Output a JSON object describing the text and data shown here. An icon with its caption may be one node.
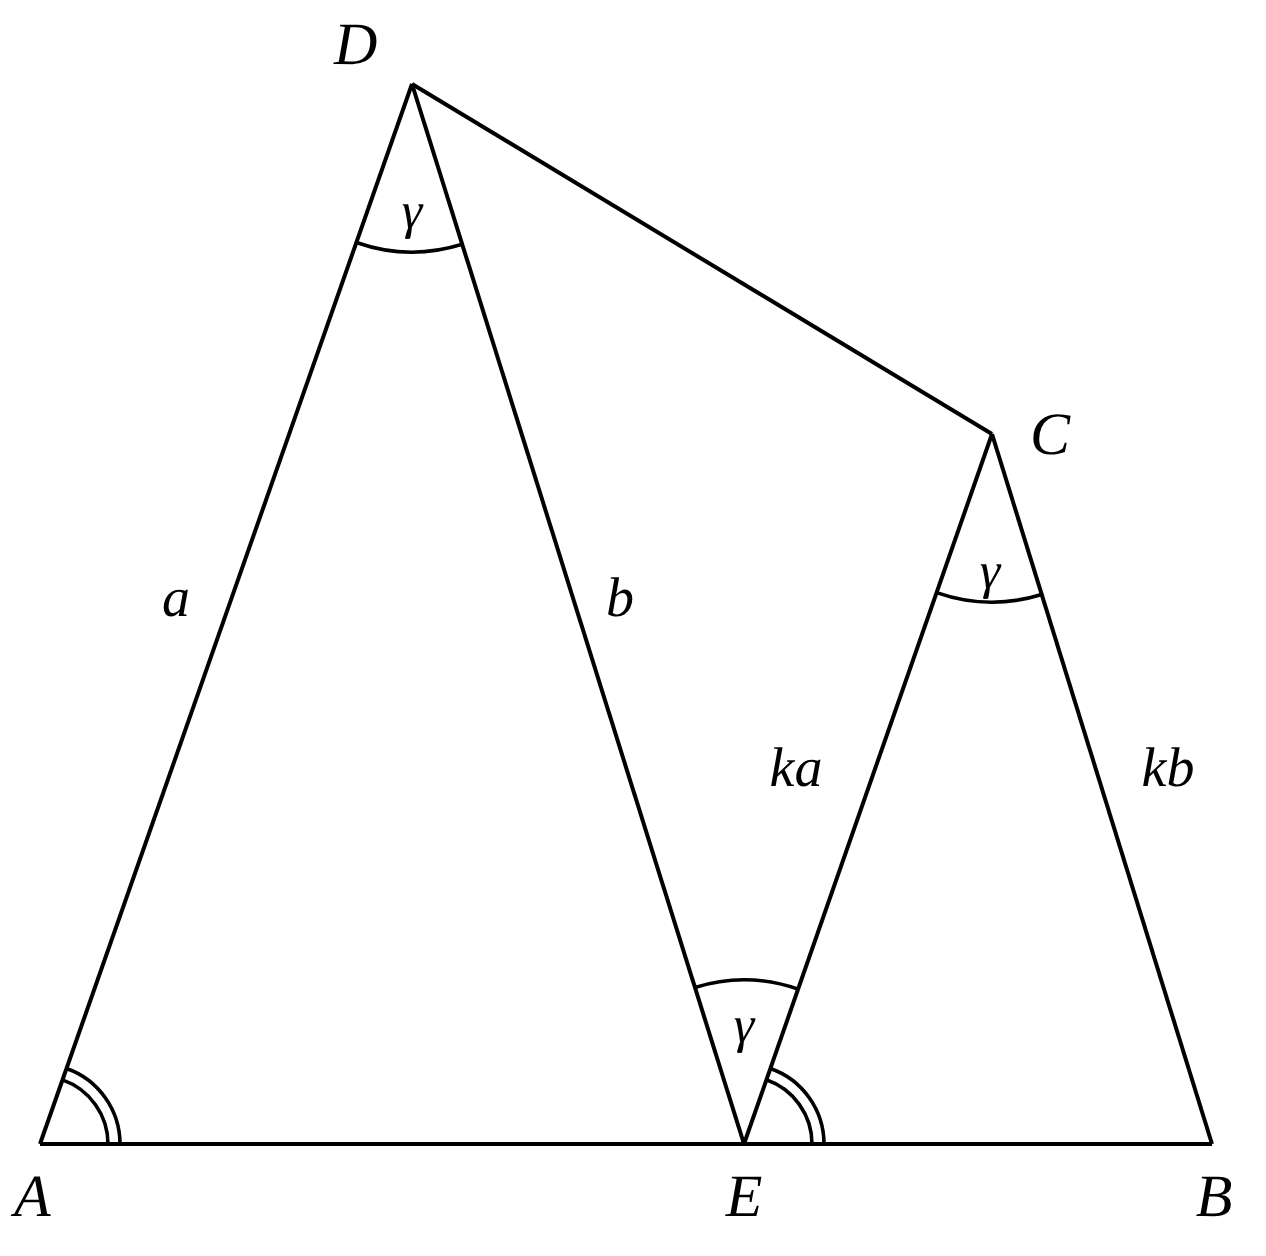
{
  "diagram": {
    "nodes": [
      {
        "text": [
          "D"
        ]
      },
      {
        "text": [
          "C"
        ]
      },
      {
        "text": [
          "A"
        ]
      },
      {
        "text": [
          "E"
        ]
      },
      {
        "text": [
          "B"
        ]
      }
    ],
    "edges": [
      {
        "from": 0,
        "to": 2,
        "arrow": "none",
        "label": "a"
      },
      {
        "from": 0,
        "to": 3,
        "arrow": "none",
        "label": "b"
      },
      {
        "from": 0,
        "to": 1,
        "arrow": "none"
      },
      {
        "from": 1,
        "to": 3,
        "arrow": "none",
        "label": "ka"
      },
      {
        "from": 1,
        "to": 4,
        "arrow": "none",
        "label": "kb"
      },
      {
        "from": 2,
        "to": 3,
        "arrow": "none"
      },
      {
        "from": 3,
        "to": 4,
        "arrow": "none"
      }
    ],
    "labels": [
      "γ",
      "γ",
      "γ"
    ]
  }
}
